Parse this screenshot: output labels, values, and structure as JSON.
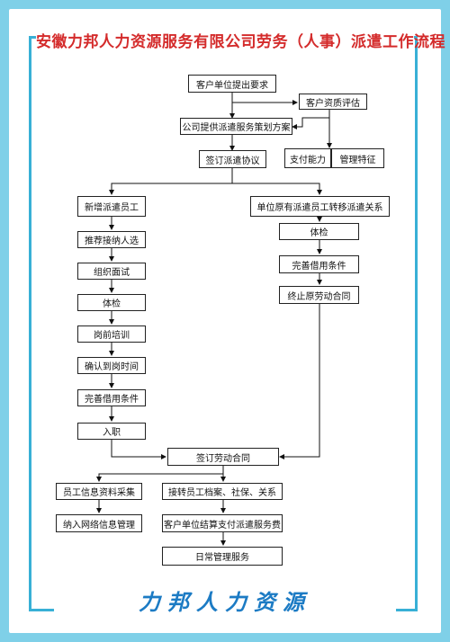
{
  "title": "安徽力邦人力资源服务有限公司劳务（人事）派遣工作流程",
  "brand": "力邦人力资源",
  "colors": {
    "background": "#7fd0e8",
    "border": "#38b0d6",
    "title": "#d42b2b",
    "brand": "#1c7bc4"
  },
  "nodes": {
    "n1": "客户单位提出要求",
    "n2": "客户资质评估",
    "n3": "公司提供派遣服务策划方案",
    "n4": "签订派遣协议",
    "n5": "支付能力",
    "n6": "管理特征",
    "n7": "新增派遣员工",
    "n8": "推荐接纳人选",
    "n9": "组织面试",
    "n10": "体检",
    "n11": "岗前培训",
    "n12": "确认到岗时间",
    "n13": "完善借用条件",
    "n14": "入职",
    "n15": "单位原有派遣员工转移派遣关系",
    "n16": "体检",
    "n17": "完善借用条件",
    "n18": "终止原劳动合同",
    "n19": "签订劳动合同",
    "n20": "员工信息资料采集",
    "n21": "纳入网络信息管理",
    "n22": "接转员工档案、社保、关系",
    "n23": "客户单位结算支付派遣服务费",
    "n24": "日常管理服务"
  }
}
